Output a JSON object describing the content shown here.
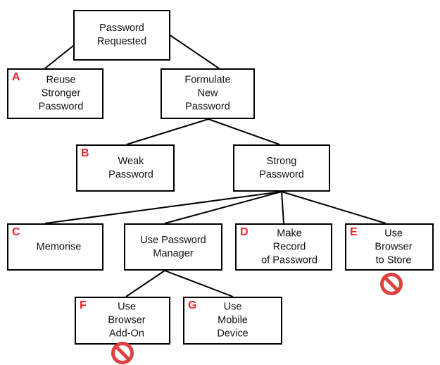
{
  "colors": {
    "letter": "#e8262a",
    "prohibit": "#e0413f",
    "line": "#000000",
    "box_border": "#000000"
  },
  "nodes": {
    "root": {
      "text": "Password\nRequested"
    },
    "reuse": {
      "letter": "A",
      "text": "Reuse\nStronger\nPassword"
    },
    "formulate": {
      "text": "Formulate\nNew\nPassword"
    },
    "weak": {
      "letter": "B",
      "text": "Weak\nPassword"
    },
    "strong": {
      "text": "Strong\nPassword"
    },
    "memorise": {
      "letter": "C",
      "text": "Memorise"
    },
    "manager": {
      "text": "Use Password\nManager"
    },
    "record": {
      "letter": "D",
      "text": "Make\nRecord\nof Password"
    },
    "browser_store": {
      "letter": "E",
      "text": "Use\nBrowser\nto Store",
      "icon": "prohibited-icon"
    },
    "addon": {
      "letter": "F",
      "text": "Use\nBrowser\nAdd-On",
      "icon": "prohibited-icon"
    },
    "mobile": {
      "letter": "G",
      "text": "Use\nMobile\nDevice"
    }
  }
}
